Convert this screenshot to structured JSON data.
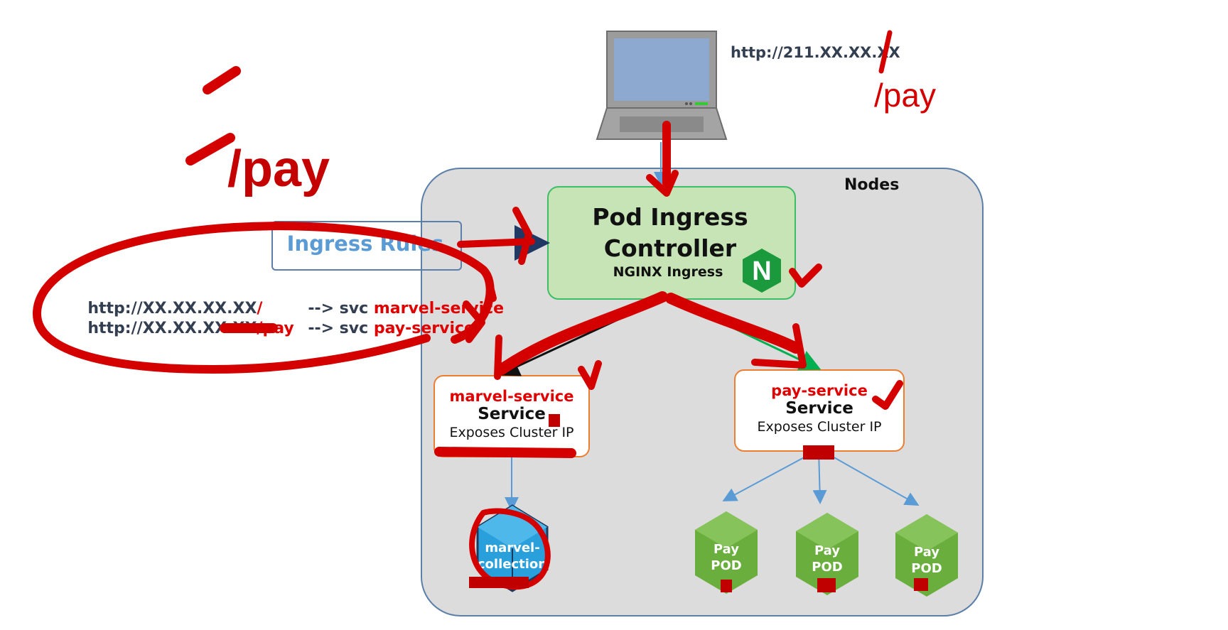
{
  "laptop": {
    "url": "http://211.XX.XX.XX"
  },
  "nodes": {
    "label": "Nodes"
  },
  "ingress_controller": {
    "title": "Pod Ingress\nController",
    "subtitle": "NGINX Ingress",
    "logo_letter": "N"
  },
  "ingress_rules": {
    "label": "Ingress Rules",
    "rules": [
      {
        "host": "http://XX.XX.XX.XX",
        "path": "/",
        "arrow": "--> svc",
        "service": "marvel-service"
      },
      {
        "host": "http://XX.XX.XX.XX",
        "path": "/pay",
        "arrow": "--> svc",
        "service": "pay-service"
      }
    ]
  },
  "services": {
    "marvel": {
      "name": "marvel-service",
      "type": "Service",
      "desc": "Exposes Cluster IP"
    },
    "pay": {
      "name": "pay-service",
      "type": "Service",
      "desc": "Exposes Cluster IP"
    }
  },
  "pods": {
    "marvel": {
      "label": "marvel-\ncollection"
    },
    "pay": [
      {
        "label": "Pay\nPOD"
      },
      {
        "label": "Pay\nPOD"
      },
      {
        "label": "Pay\nPOD"
      }
    ]
  },
  "handwriting": {
    "left": "/pay",
    "right": "/pay"
  },
  "colors": {
    "annotation_red": "#d40000",
    "node_fill": "#dcdcdc",
    "node_border": "#5b7fa8",
    "controller_fill": "#c6e4b5",
    "controller_border": "#3ebd65",
    "service_border": "#ed7d31",
    "pod_green": "#6aae3e",
    "marvel_blue": "#29a0dc"
  }
}
